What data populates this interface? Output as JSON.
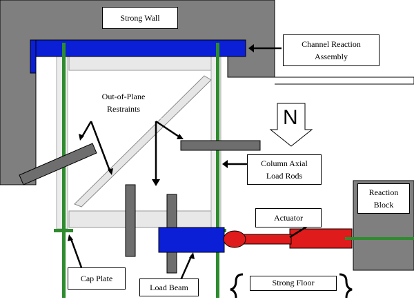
{
  "labels": {
    "strong_wall": "Strong Wall",
    "channel_reaction_assembly": "Channel Reaction\nAssembly",
    "out_of_plane_restraints": "Out-of-Plane\nRestraints",
    "north": "N",
    "column_axial_load_rods": "Column Axial\nLoad Rods",
    "reaction_block": "Reaction\nBlock",
    "actuator": "Actuator",
    "cap_plate": "Cap Plate",
    "load_beam": "Load Beam",
    "strong_floor": "Strong Floor"
  },
  "colors": {
    "concrete": "#7f7f7f",
    "channel_blue": "#0a1fd6",
    "rod_green": "#2e8b2e",
    "actuator_red": "#e01b1b",
    "restraint_gray": "#6e6e6e",
    "frame_light": "#e8e8e8"
  }
}
